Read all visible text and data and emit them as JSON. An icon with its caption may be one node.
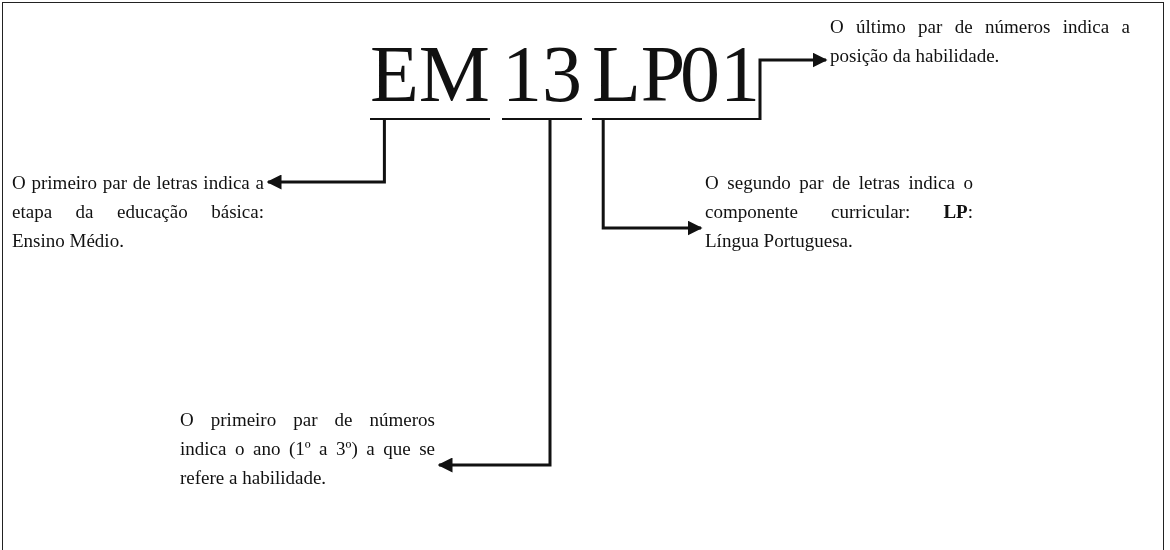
{
  "diagram": {
    "nodes": [
      {
        "text": [
          "EM"
        ]
      },
      {
        "text": [
          "13"
        ]
      },
      {
        "text": [
          "LP"
        ]
      },
      {
        "text": [
          "01"
        ]
      },
      {
        "text": [
          "O último par de números indica a posição da habilidade."
        ]
      },
      {
        "text": [
          "O primeiro par de letras indica a etapa da educação básica: Ensino Médio."
        ]
      },
      {
        "text": [
          "O segundo par de letras indica o componente curricular: **LP**: Língua Portuguesa."
        ]
      },
      {
        "text": [
          "O primeiro par de números indica o ano (1º a 3º) a que se refere a habilidade."
        ]
      }
    ],
    "edges": [
      {
        "from": 3,
        "to": 4,
        "arrow": "to"
      },
      {
        "from": 0,
        "to": 5,
        "arrow": "to"
      },
      {
        "from": 2,
        "to": 6,
        "arrow": "to"
      },
      {
        "from": 1,
        "to": 7,
        "arrow": "to"
      }
    ]
  }
}
